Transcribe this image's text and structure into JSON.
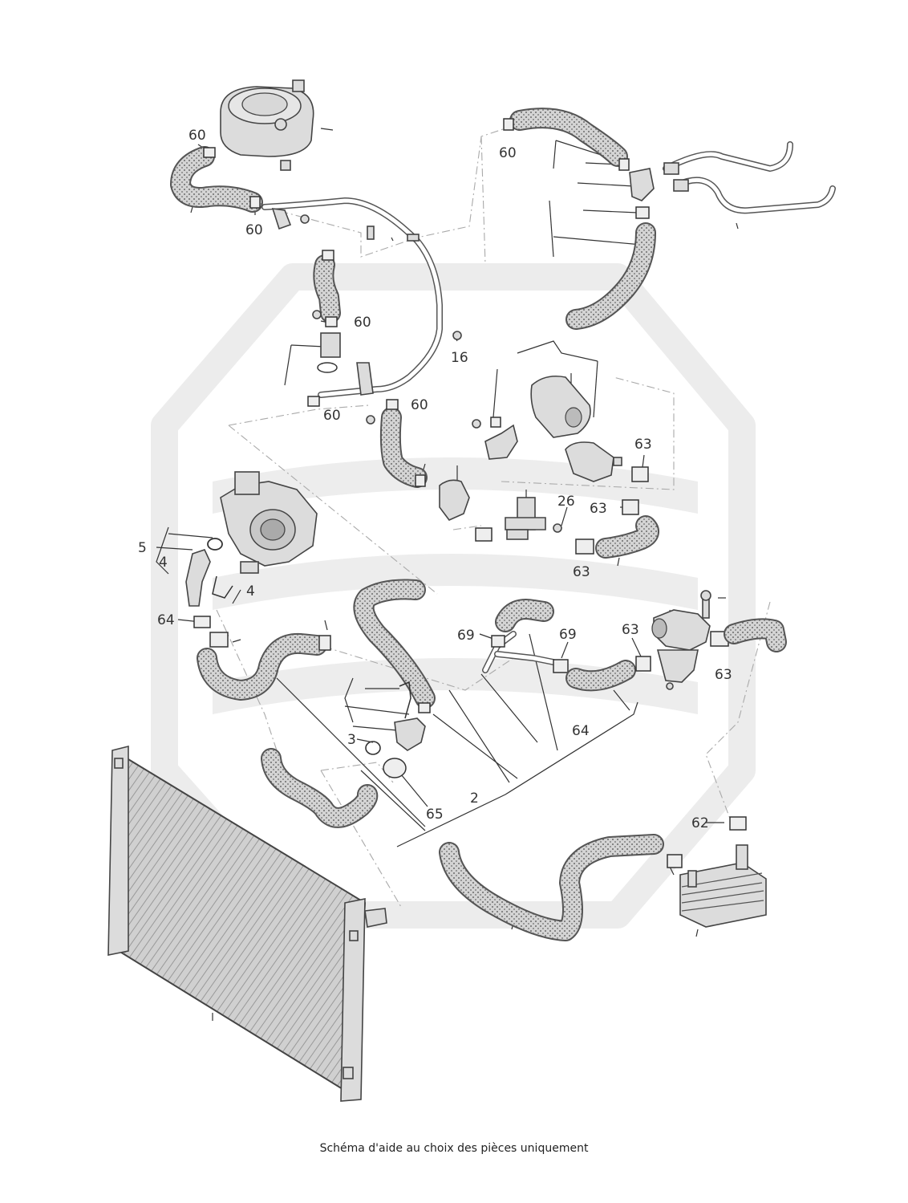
{
  "caption": "Schéma d'aide au choix des pièces uniquement",
  "labels": {
    "l60a": "60",
    "l60b": "60",
    "l60c": "60",
    "l60d": "60",
    "l60e": "60",
    "l60f": "60",
    "l16": "16",
    "l63a": "63",
    "l63b": "63",
    "l63c": "63",
    "l63d": "63",
    "l63e": "63",
    "l26": "26",
    "l5": "5",
    "l4a": "4",
    "l4b": "4",
    "l64a": "64",
    "l64b": "64",
    "l69a": "69",
    "l69b": "69",
    "l3": "3",
    "l65": "65",
    "l2": "2",
    "l62": "62"
  }
}
